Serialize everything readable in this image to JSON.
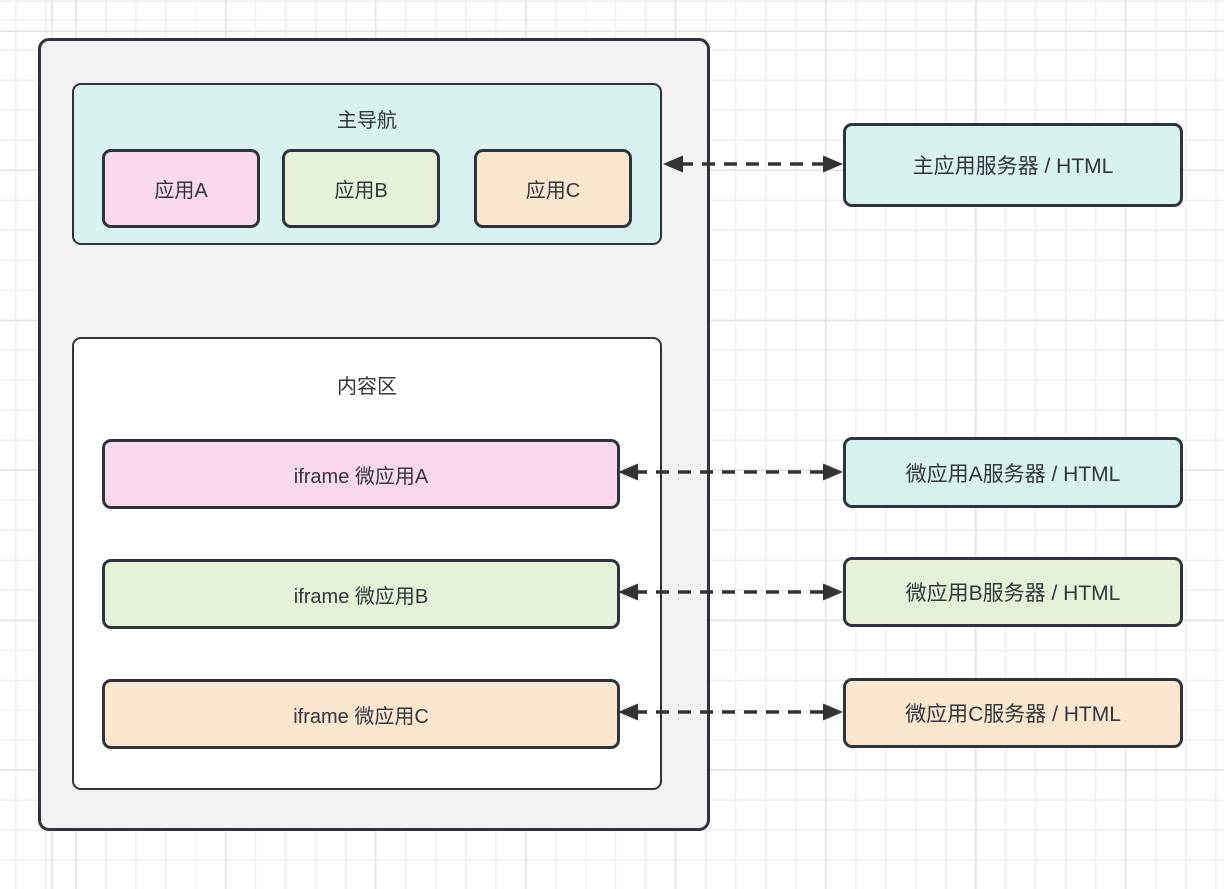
{
  "colors": {
    "pink": "#f9d9eb",
    "green": "#e5f2d9",
    "peach": "#fbe7cf",
    "cyan": "#d8f2f0",
    "container_gray": "#f2f2f3",
    "content_white": "#ffffff",
    "border_dark": "#2f343c",
    "arrow": "#333333",
    "grid_minor": "#efefef",
    "grid_major": "#e3e3e3",
    "text": "#33373d"
  },
  "container": {
    "nav": {
      "label": "主导航",
      "apps": [
        {
          "label": "应用A",
          "color": "pink"
        },
        {
          "label": "应用B",
          "color": "green"
        },
        {
          "label": "应用C",
          "color": "peach"
        }
      ]
    },
    "content": {
      "label": "内容区",
      "iframes": [
        {
          "label": "iframe 微应用A",
          "color": "pink"
        },
        {
          "label": "iframe 微应用B",
          "color": "green"
        },
        {
          "label": "iframe 微应用C",
          "color": "peach"
        }
      ]
    }
  },
  "servers": [
    {
      "label": "主应用服务器 / HTML",
      "color": "cyan"
    },
    {
      "label": "微应用A服务器 / HTML",
      "color": "cyan"
    },
    {
      "label": "微应用B服务器 / HTML",
      "color": "green"
    },
    {
      "label": "微应用C服务器 / HTML",
      "color": "peach"
    }
  ],
  "connections": [
    {
      "from": "主导航",
      "to": "主应用服务器 / HTML",
      "type": "dashed-double-arrow"
    },
    {
      "from": "iframe 微应用A",
      "to": "微应用A服务器 / HTML",
      "type": "dashed-double-arrow"
    },
    {
      "from": "iframe 微应用B",
      "to": "微应用B服务器 / HTML",
      "type": "dashed-double-arrow"
    },
    {
      "from": "iframe 微应用C",
      "to": "微应用C服务器 / HTML",
      "type": "dashed-double-arrow"
    }
  ]
}
